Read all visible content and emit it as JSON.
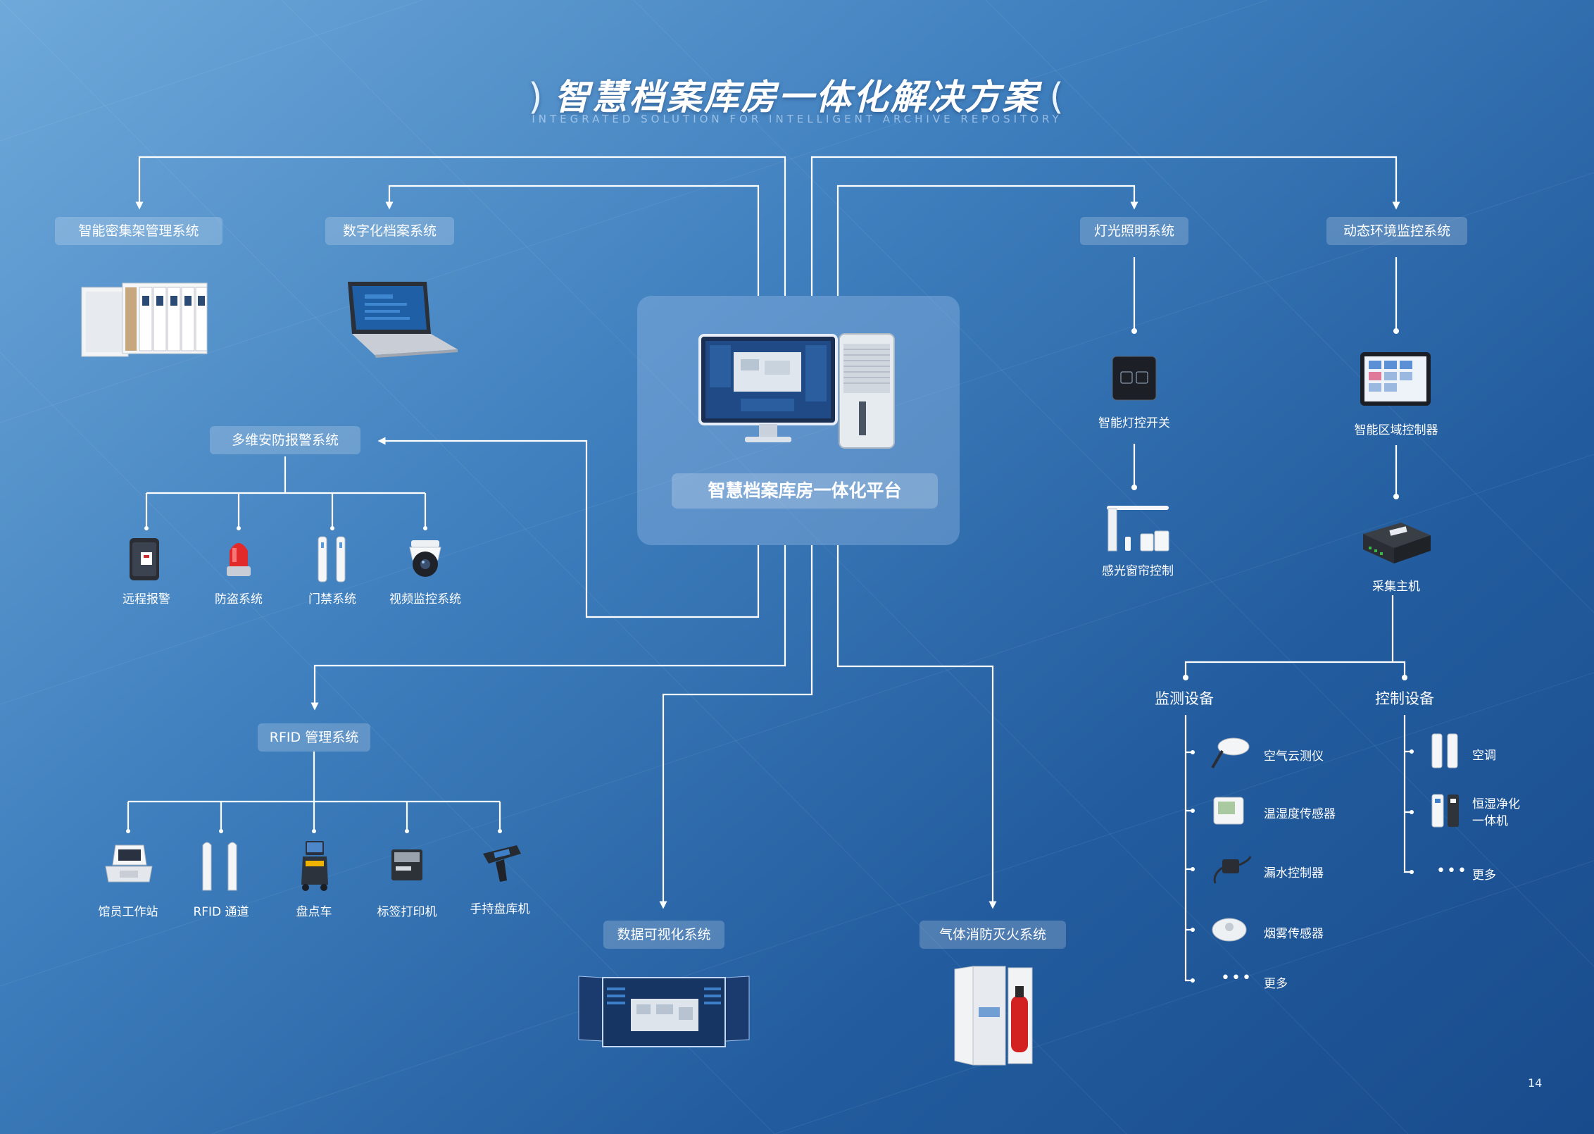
{
  "title": "智慧档案库房一体化解决方案",
  "subtitle": "INTEGRATED SOLUTION FOR INTELLIGENT ARCHIVE REPOSITORY",
  "page_number": "14",
  "platform": {
    "label": "智慧档案库房一体化平台"
  },
  "systems": {
    "shelving": "智能密集架管理系统",
    "digital": "数字化档案系统",
    "security": "多维安防报警系统",
    "rfid": "RFID 管理系统",
    "visual": "数据可视化系统",
    "fire": "气体消防灭火系统",
    "lighting": "灯光照明系统",
    "env": "动态环境监控系统"
  },
  "security_items": [
    "远程报警",
    "防盗系统",
    "门禁系统",
    "视频监控系统"
  ],
  "rfid_items": [
    "馆员工作站",
    "RFID 通道",
    "盘点车",
    "标签打印机",
    "手持盘库机"
  ],
  "lighting_items": [
    "智能灯控开关",
    "感光窗帘控制"
  ],
  "env_items": [
    "智能区域控制器",
    "采集主机"
  ],
  "monitor": {
    "heading": "监测设备",
    "items": [
      "空气云测仪",
      "温湿度传感器",
      "漏水控制器",
      "烟雾传感器",
      "更多"
    ]
  },
  "control": {
    "heading": "控制设备",
    "items": [
      "空调",
      "恒湿净化",
      "一体机",
      "更多"
    ]
  },
  "icons": {
    "platform": "computer-and-server-icon",
    "shelving": "compact-shelving-icon",
    "digital": "laptop-icon",
    "phone": "mobile-phone-icon",
    "alarm": "alarm-beacon-icon",
    "gate": "security-gate-icon",
    "camera": "dome-camera-icon",
    "workstation": "workstation-icon",
    "rfid_gate": "rfid-gate-icon",
    "cart": "inventory-cart-icon",
    "printer": "label-printer-icon",
    "handheld": "handheld-scanner-icon",
    "monitors": "dashboard-screens-icon",
    "fire_cabinet": "fire-cabinet-icon",
    "switch": "light-switch-icon",
    "curtain": "curtain-control-icon",
    "controller": "area-controller-icon",
    "collector": "collector-host-icon"
  },
  "colors": {
    "accent": "#ffffff",
    "background": "#2f6fb0"
  }
}
